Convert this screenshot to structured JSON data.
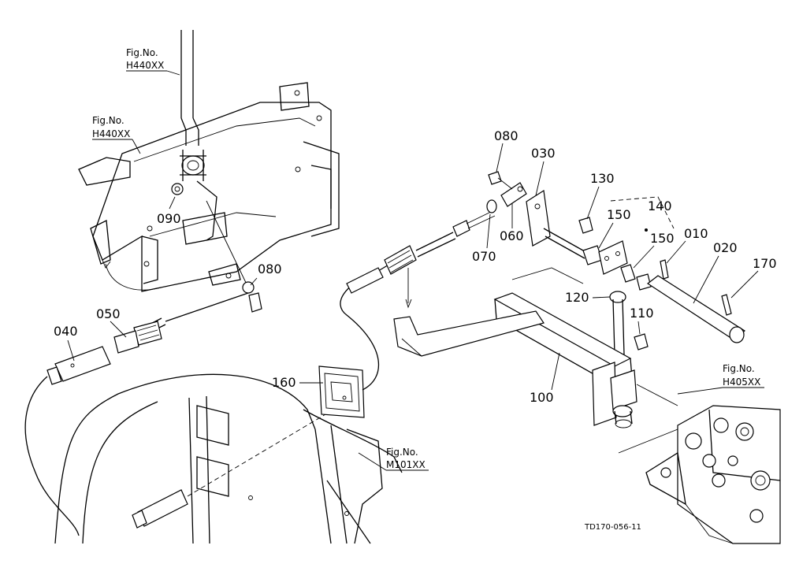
{
  "part_numbers": {
    "p010": "010",
    "p020": "020",
    "p030": "030",
    "p040": "040",
    "p050": "050",
    "p060": "060",
    "p070": "070",
    "p080a": "080",
    "p080b": "080",
    "p090": "090",
    "p100": "100",
    "p110": "110",
    "p120": "120",
    "p130": "130",
    "p140": "140",
    "p150a": "150",
    "p150b": "150",
    "p160": "160",
    "p170": "170"
  },
  "figure_refs": [
    {
      "label": "Fig.No.",
      "code": "H440XX"
    },
    {
      "label": "Fig.No.",
      "code": "H440XX"
    },
    {
      "label": "Fig.No.",
      "code": "H405XX"
    },
    {
      "label": "Fig.No.",
      "code": "M101XX"
    }
  ],
  "drawing_code": "TD170-056-11"
}
